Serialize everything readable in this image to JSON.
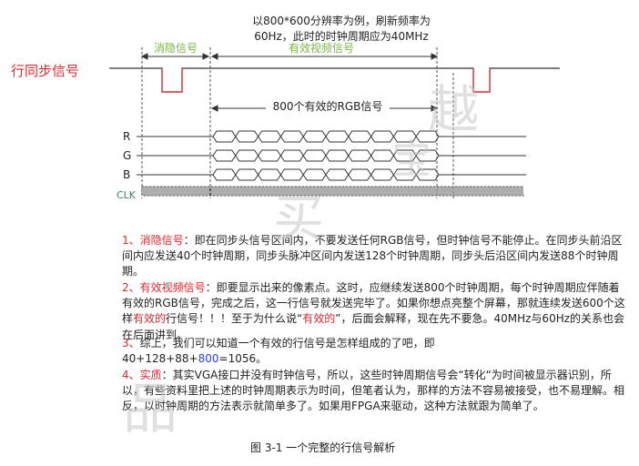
{
  "diagram": {
    "header_line1": "以800*600分辨率为例，刷新频率为",
    "header_line2": "60Hz，此时的时钟周期应为40MHz",
    "blanking_label": "消隐信号",
    "active_label": "有效视频信号",
    "hsync_label": "行同步信号",
    "rgb_label": "800个有效的RGB信号",
    "channel_r": "R",
    "channel_g": "G",
    "channel_b": "B",
    "clock_label": "CLK",
    "colors": {
      "hsync_label": "#e0262b",
      "green_label": "#7ab648",
      "waveform": "#333333",
      "hsync_pulse": "#e0262b"
    }
  },
  "notes": {
    "p1": {
      "num": "1、",
      "key": "消隐信号",
      "text": "：即在同步头信号区间内，不要发送任何RGB信号，但时钟信号不能停止。在同步头前沿区间内应发送40个时钟周期，同步头脉冲区间内发送128个时钟周期，同步头后沿区间内发送88个时钟周期。"
    },
    "p2": {
      "num": "2、",
      "key": "有效视频信号",
      "text_a": "：即要显示出来的像素点。这时，应继续发送800个时钟周期，每个时钟周期应伴随着有效的RGB信号，完成之后，这一行信号就发送完毕了。如果你想点亮整个屏幕，那就连续发送600个这样",
      "hl1": "有效的",
      "text_b": "行信号！！！至于为什么说“",
      "hl2": "有效的",
      "text_c": "”，后面会解释，现在先不要急。40MHz与60Hz的关系也会在后面讲到。"
    },
    "p3": {
      "num": "3、",
      "text": "综上，我们可以知道一个有效的行信号是怎样组成的了吧，即",
      "formula_a": "40+128+88+",
      "formula_b": "800",
      "formula_c": "=1056。"
    },
    "p4": {
      "num": "4、",
      "key": "实质",
      "text": "：其实VGA接口并没有时钟信号，所以，这些时钟周期信号会“转化“为时间被显示器识别，所以，有些资料里把上述的时钟周期表示为时间，但笔者认为，那样的方法不容易被接受，也不易理解。相反，以时钟周期的方法表示就简单多了。如果用FPGA来驱动，这种方法就跟为简单了。"
    }
  },
  "caption": "图 3-1   一个完整的行信号解析",
  "watermark": [
    "越",
    "宝",
    "买",
    "品"
  ]
}
